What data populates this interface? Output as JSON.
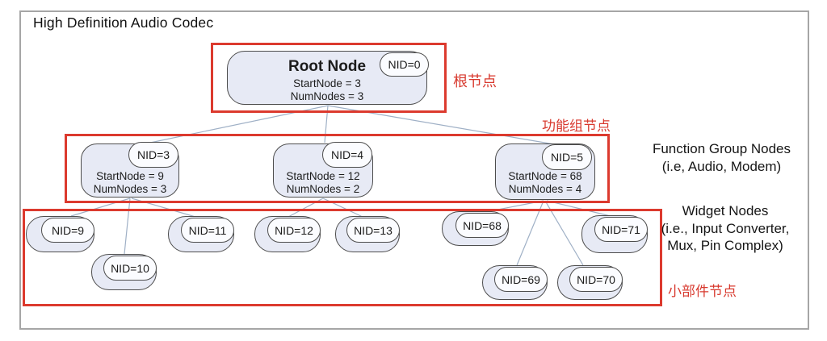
{
  "diagram": {
    "title": "High Definition Audio Codec",
    "root": {
      "name": "Root Node",
      "nid": "NID=0",
      "line1": "StartNode = 3",
      "line2": "NumNodes = 3"
    },
    "function_groups": [
      {
        "nid": "NID=3",
        "line1": "StartNode = 9",
        "line2": "NumNodes = 3"
      },
      {
        "nid": "NID=4",
        "line1": "StartNode = 12",
        "line2": "NumNodes = 2"
      },
      {
        "nid": "NID=5",
        "line1": "StartNode = 68",
        "line2": "NumNodes = 4"
      }
    ],
    "widgets": [
      {
        "nid": "NID=9"
      },
      {
        "nid": "NID=10"
      },
      {
        "nid": "NID=11"
      },
      {
        "nid": "NID=12"
      },
      {
        "nid": "NID=13"
      },
      {
        "nid": "NID=68"
      },
      {
        "nid": "NID=69"
      },
      {
        "nid": "NID=70"
      },
      {
        "nid": "NID=71"
      }
    ],
    "annotations": {
      "root_cn": "根节点",
      "function_cn": "功能组节点",
      "widget_cn": "小部件节点",
      "function_en_line1": "Function Group Nodes",
      "function_en_line2": "(i.e, Audio, Modem)",
      "widget_en_line1": "Widget Nodes",
      "widget_en_line2": "(i.e., Input Converter,",
      "widget_en_line3": "Mux, Pin Complex)"
    },
    "colors": {
      "highlight_red": "#dc3a2e",
      "annotation_red": "#d8392e",
      "node_fill": "#e7eaf5",
      "badge_fill": "#fbfcff",
      "node_border": "#4d4d4d",
      "connector": "#9fb0c6",
      "frame_border": "#a6a6a6"
    }
  }
}
